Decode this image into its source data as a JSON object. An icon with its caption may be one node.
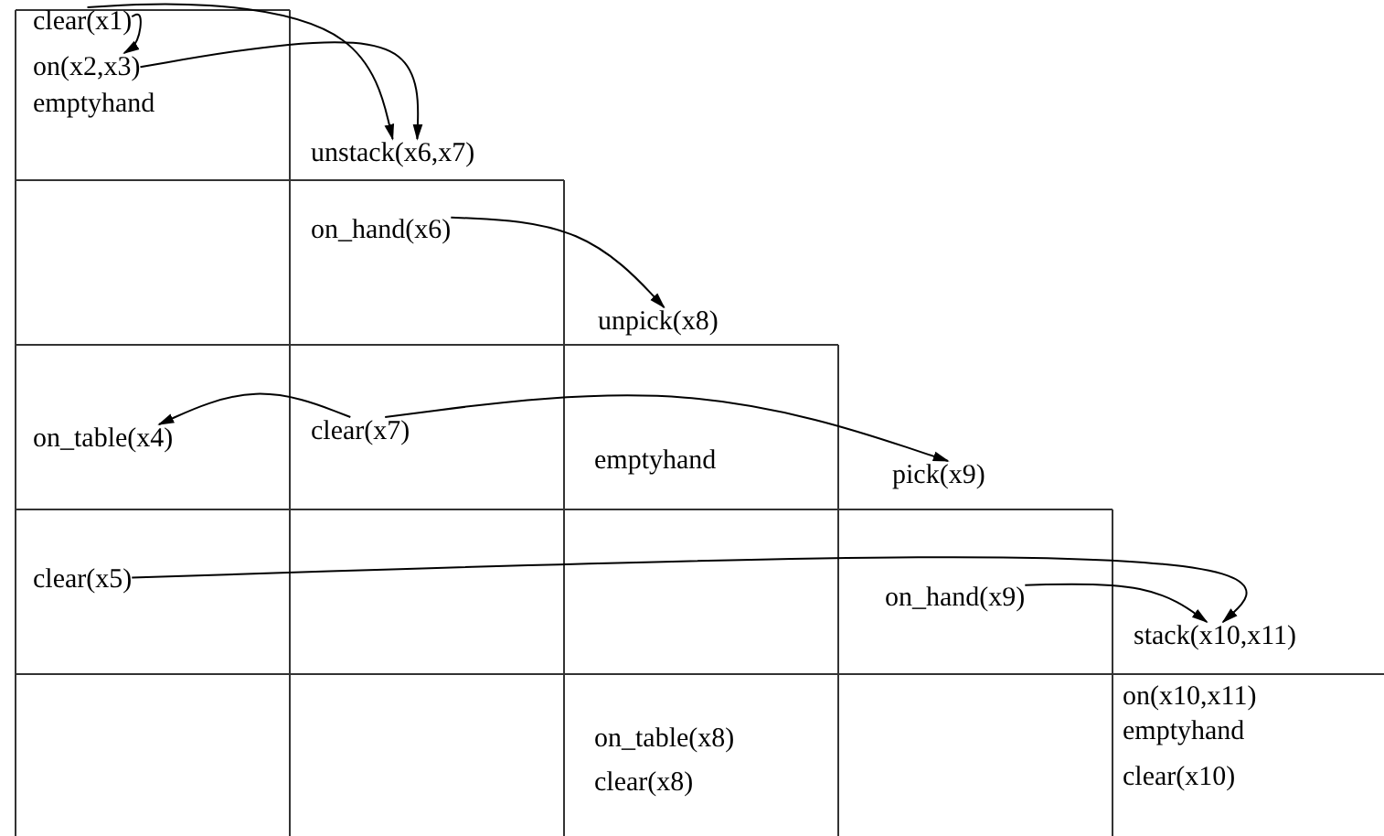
{
  "diagram": {
    "nodes": [
      {
        "text": [
          "clear(x1)"
        ]
      },
      {
        "text": [
          "on(x2,x3)"
        ]
      },
      {
        "text": [
          "emptyhand"
        ]
      },
      {
        "text": [
          "unstack(x6,x7)"
        ]
      },
      {
        "text": [
          "on_hand(x6)"
        ]
      },
      {
        "text": [
          "unpick(x8)"
        ]
      },
      {
        "text": [
          "on_table(x4)"
        ]
      },
      {
        "text": [
          "clear(x7)"
        ]
      },
      {
        "text": [
          "emptyhand"
        ]
      },
      {
        "text": [
          "pick(x9)"
        ]
      },
      {
        "text": [
          "clear(x5)"
        ]
      },
      {
        "text": [
          "on_hand(x9)"
        ]
      },
      {
        "text": [
          "stack(x10,x11)"
        ]
      },
      {
        "text": [
          "on_table(x8)"
        ]
      },
      {
        "text": [
          "clear(x8)"
        ]
      },
      {
        "text": [
          "on(x10,x11)"
        ]
      },
      {
        "text": [
          "emptyhand"
        ]
      },
      {
        "text": [
          "clear(x10)"
        ]
      }
    ],
    "edges": [
      {
        "from": 0,
        "to": 1,
        "arrow": "to"
      },
      {
        "from": 0,
        "to": 3,
        "arrow": "to"
      },
      {
        "from": 1,
        "to": 3,
        "arrow": "to"
      },
      {
        "from": 4,
        "to": 5,
        "arrow": "to"
      },
      {
        "from": 7,
        "to": 6,
        "arrow": "to"
      },
      {
        "from": 7,
        "to": 9,
        "arrow": "to"
      },
      {
        "from": 10,
        "to": 12,
        "arrow": "to"
      },
      {
        "from": 11,
        "to": 12,
        "arrow": "to"
      }
    ]
  }
}
